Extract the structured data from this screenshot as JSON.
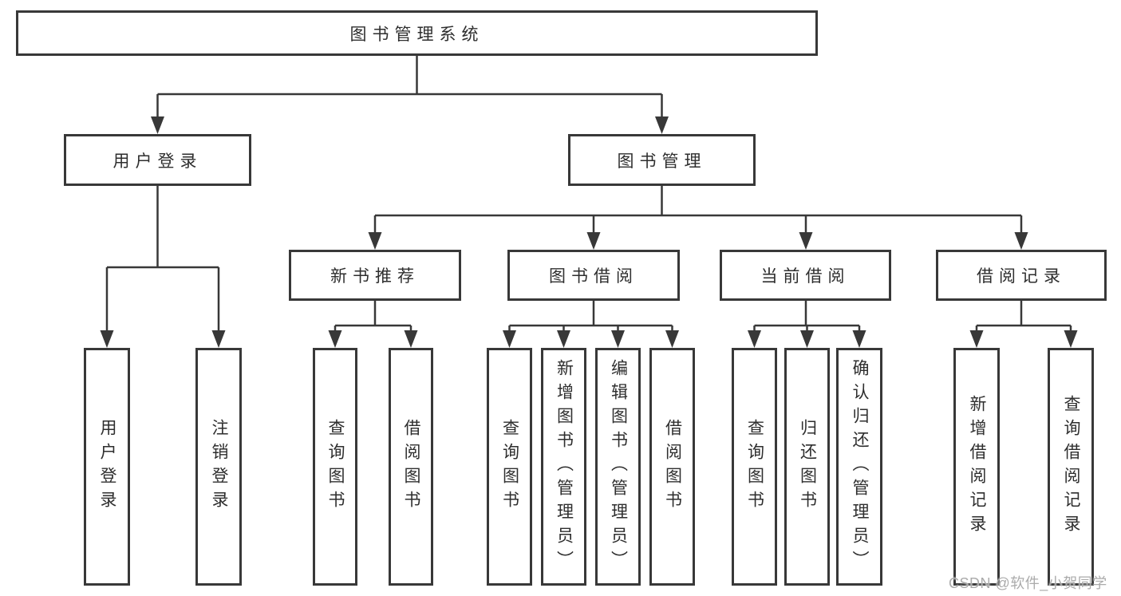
{
  "tree": {
    "root": {
      "label": "图书管理系统"
    },
    "branches": [
      {
        "label": "用户登录",
        "children": [
          {
            "label": "用户登录"
          },
          {
            "label": "注销登录"
          }
        ]
      },
      {
        "label": "图书管理",
        "children": [
          {
            "label": "新书推荐",
            "children": [
              {
                "label": "查询图书"
              },
              {
                "label": "借阅图书"
              }
            ]
          },
          {
            "label": "图书借阅",
            "children": [
              {
                "label": "查询图书"
              },
              {
                "label": "新增图书（管理员）"
              },
              {
                "label": "编辑图书（管理员）"
              },
              {
                "label": "借阅图书"
              }
            ]
          },
          {
            "label": "当前借阅",
            "children": [
              {
                "label": "查询图书"
              },
              {
                "label": "归还图书"
              },
              {
                "label": "确认归还（管理员）"
              }
            ]
          },
          {
            "label": "借阅记录",
            "children": [
              {
                "label": "新增借阅记录"
              },
              {
                "label": "查询借阅记录"
              }
            ]
          }
        ]
      }
    ]
  },
  "watermark": {
    "text": "CSDN @软件_小贺同学"
  },
  "colors": {
    "line": "#383838",
    "box_border": "#383838",
    "box_fill": "#ffffff",
    "text": "#2e2e2e",
    "watermark": "#ababab",
    "background": "#ffffff"
  }
}
